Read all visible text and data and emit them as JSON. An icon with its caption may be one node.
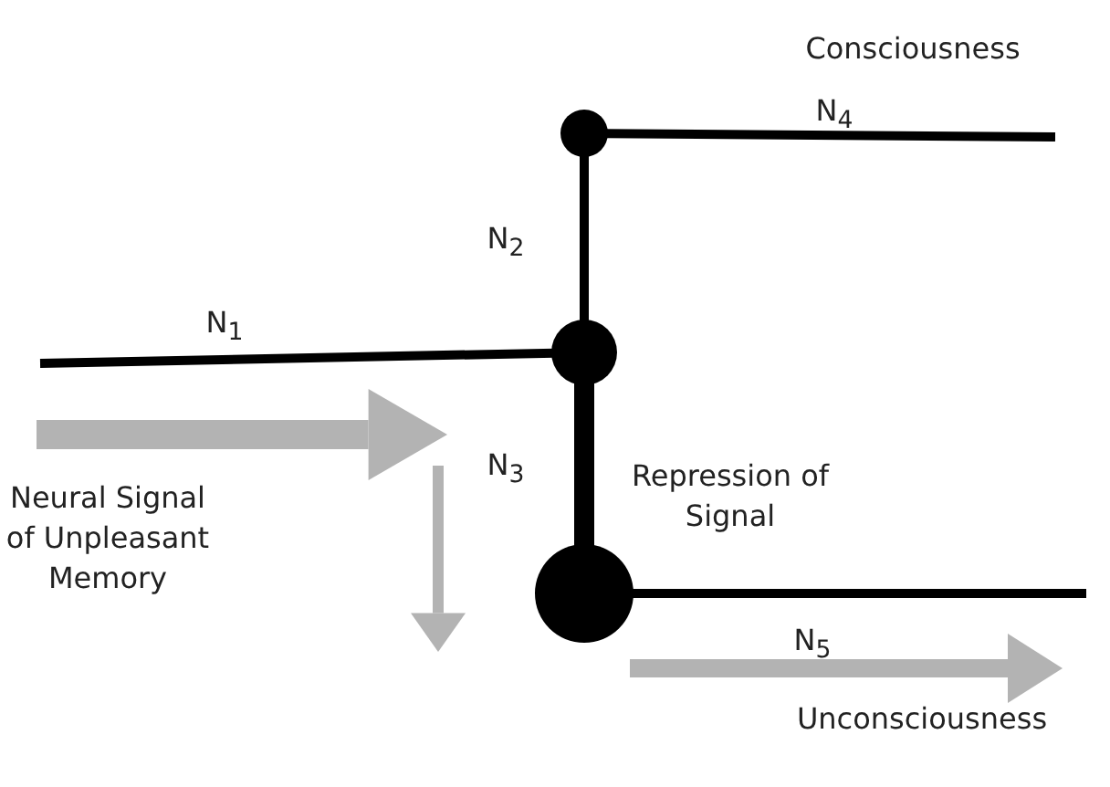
{
  "diagram": {
    "nodes": [
      {
        "text": [],
        "shape": "circle"
      },
      {
        "text": [],
        "shape": "circle"
      },
      {
        "text": [],
        "shape": "circle"
      }
    ],
    "edges": [
      {
        "from": 0,
        "to": null,
        "arrow": "none",
        "label": "N$_{4}$"
      },
      {
        "from": 1,
        "to": 0,
        "arrow": "none",
        "label": "N$_{2}$"
      },
      {
        "from": null,
        "to": 1,
        "arrow": "none",
        "label": "N$_{1}$"
      },
      {
        "from": 1,
        "to": 2,
        "arrow": "none",
        "label": "N$_{3}$",
        "style": "thick"
      },
      {
        "from": 2,
        "to": null,
        "arrow": "none",
        "label": "N$_{5}$"
      }
    ],
    "labels": [
      "Consciousness",
      "Repression of Signal",
      "Neural Signal of Unpleasant Memory",
      "Unconsciousness"
    ]
  }
}
